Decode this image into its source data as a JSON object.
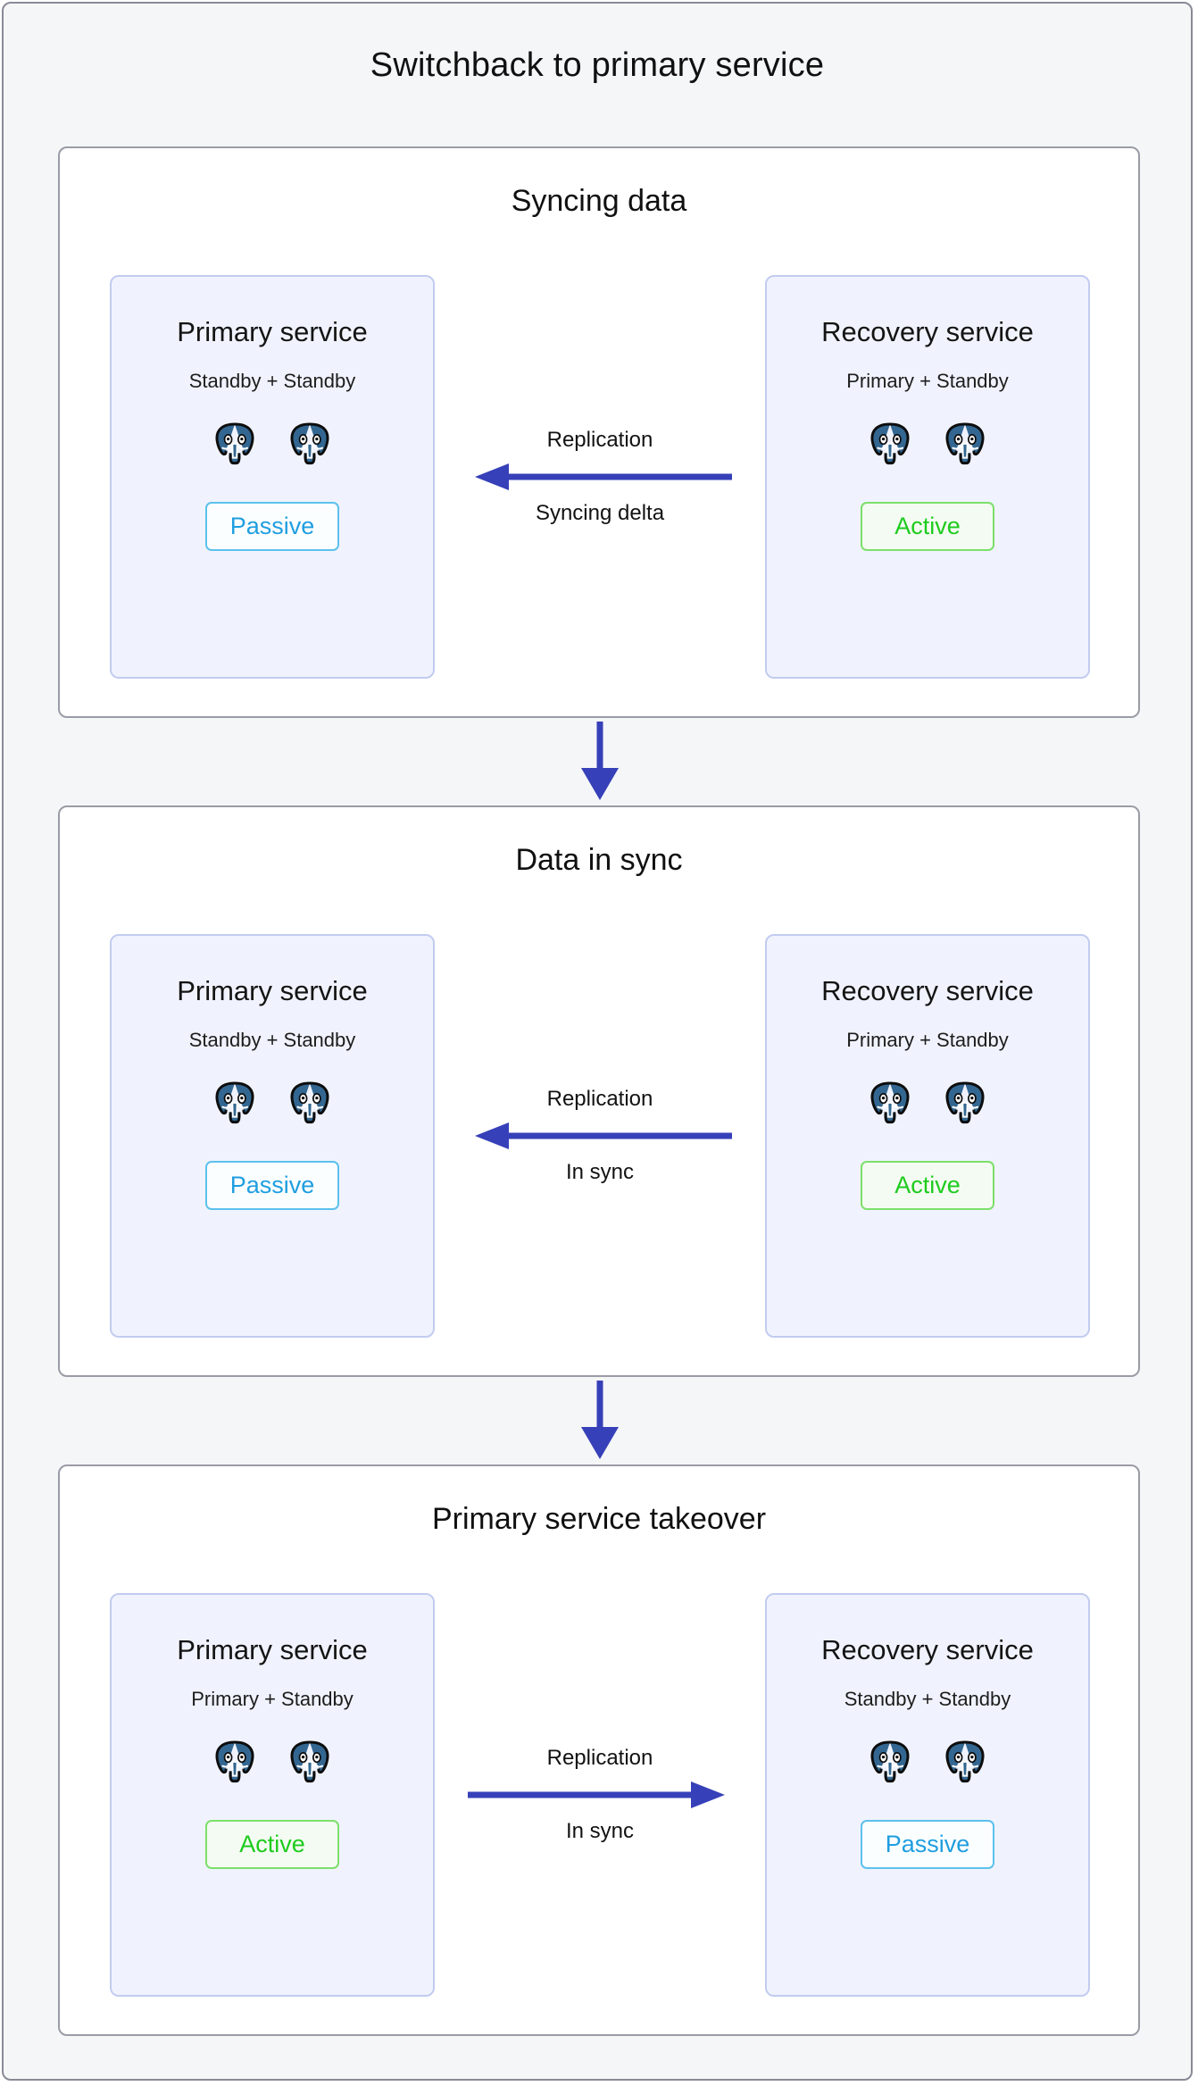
{
  "diagram": {
    "title": "Switchback to primary service",
    "colors": {
      "arrow": "#3640b8",
      "card_bg": "#f0f3fd",
      "card_border": "#c2ccf0",
      "panel_border": "#9b9ba6",
      "page_bg": "#f5f6f8",
      "active_text": "#1ecb1e",
      "active_border": "#7ce06b",
      "passive_text": "#1f9ee0",
      "passive_border": "#5cc1ed",
      "postgres_blue": "#336791"
    },
    "stages": [
      {
        "title": "Syncing data",
        "left_service": {
          "name": "Primary service",
          "roles": "Standby + Standby",
          "nodes": [
            "postgres-icon",
            "postgres-icon"
          ],
          "status": "Passive",
          "status_kind": "passive"
        },
        "replication": {
          "top_label": "Replication",
          "bottom_label": "Syncing delta",
          "direction": "left"
        },
        "right_service": {
          "name": "Recovery service",
          "roles": "Primary + Standby",
          "nodes": [
            "postgres-icon",
            "postgres-icon"
          ],
          "status": "Active",
          "status_kind": "active"
        }
      },
      {
        "title": "Data in sync",
        "left_service": {
          "name": "Primary service",
          "roles": "Standby + Standby",
          "nodes": [
            "postgres-icon",
            "postgres-icon"
          ],
          "status": "Passive",
          "status_kind": "passive"
        },
        "replication": {
          "top_label": "Replication",
          "bottom_label": "In sync",
          "direction": "left"
        },
        "right_service": {
          "name": "Recovery service",
          "roles": "Primary + Standby",
          "nodes": [
            "postgres-icon",
            "postgres-icon"
          ],
          "status": "Active",
          "status_kind": "active"
        }
      },
      {
        "title": "Primary service takeover",
        "left_service": {
          "name": "Primary service",
          "roles": "Primary + Standby",
          "nodes": [
            "postgres-icon",
            "postgres-icon"
          ],
          "status": "Active",
          "status_kind": "active"
        },
        "replication": {
          "top_label": "Replication",
          "bottom_label": "In sync",
          "direction": "right"
        },
        "right_service": {
          "name": "Recovery service",
          "roles": "Standby + Standby",
          "nodes": [
            "postgres-icon",
            "postgres-icon"
          ],
          "status": "Passive",
          "status_kind": "passive"
        }
      }
    ],
    "stage_connectors": [
      {
        "icon": "arrow-down-icon"
      },
      {
        "icon": "arrow-down-icon"
      }
    ]
  }
}
